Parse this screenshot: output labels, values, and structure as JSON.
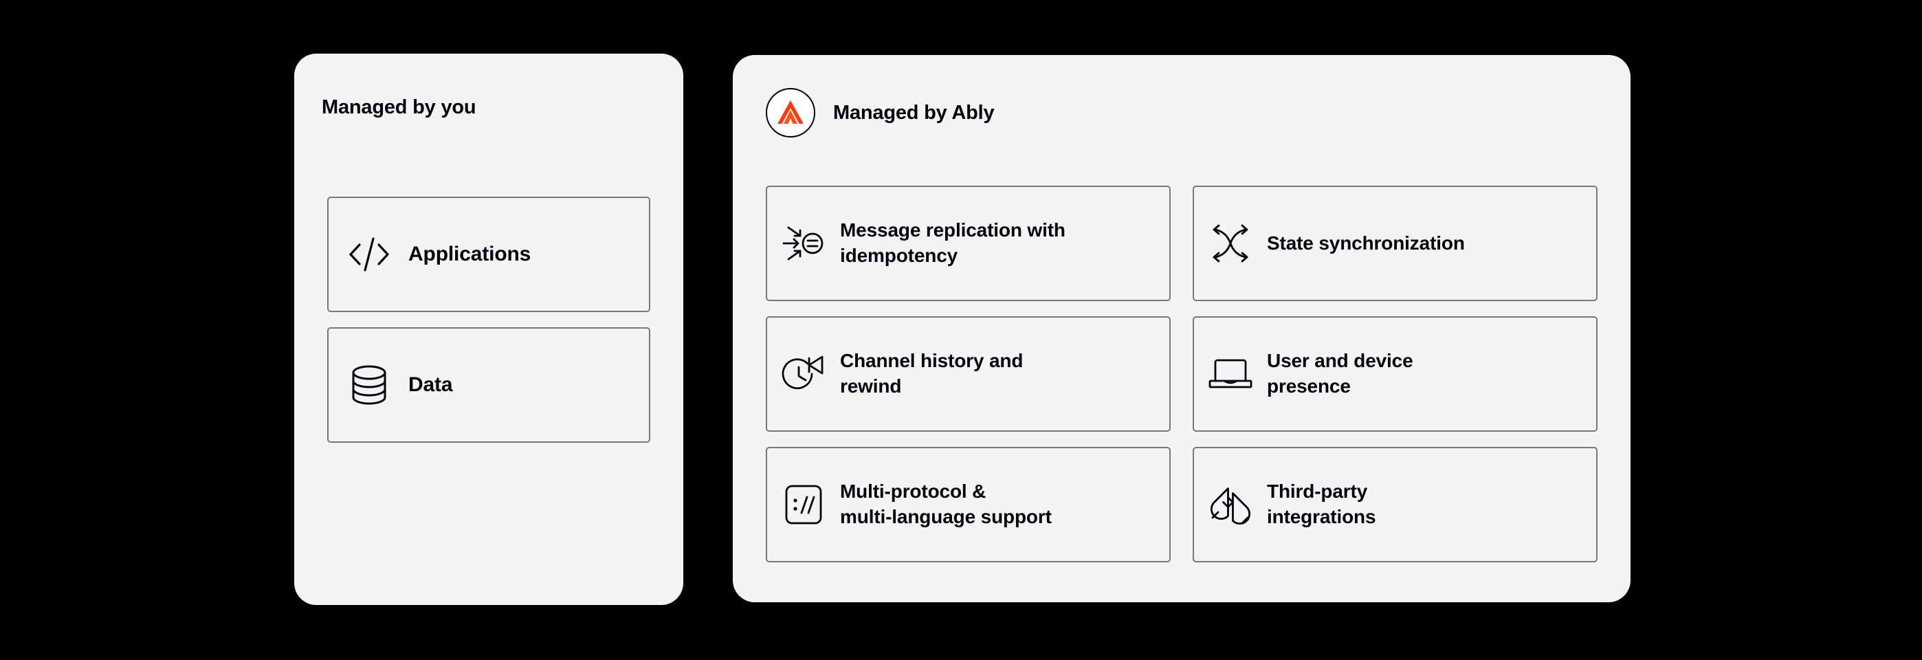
{
  "background_color": "#000000",
  "panel_background": "#f4f4f4",
  "card_border_color": "#77777a",
  "text_color": "#03020d",
  "brand_accent": "#ff5416",
  "left_panel": {
    "title": "Managed by you",
    "cards": [
      {
        "label": "Applications",
        "icon": "code-brackets-icon"
      },
      {
        "label": "Data",
        "icon": "database-icon"
      }
    ]
  },
  "right_panel": {
    "title": "Managed by Ably",
    "logo": "ably-logo-icon",
    "cards": [
      {
        "label": "Message replication with\nidempotency",
        "icon": "message-replication-icon"
      },
      {
        "label": "State synchronization",
        "icon": "state-sync-icon"
      },
      {
        "label": "Channel history and\nrewind",
        "icon": "clock-rewind-icon"
      },
      {
        "label": "User and device\npresence",
        "icon": "laptop-icon"
      },
      {
        "label": "Multi-protocol &\nmulti-language support",
        "icon": "protocol-slashes-icon"
      },
      {
        "label": "Third-party\nintegrations",
        "icon": "plug-connector-icon"
      }
    ]
  }
}
